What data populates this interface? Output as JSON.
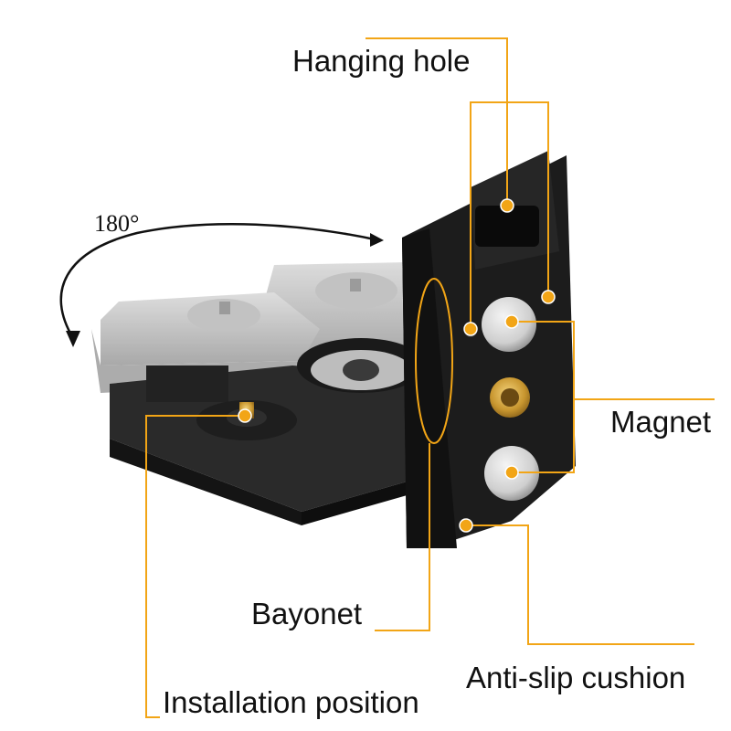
{
  "labels": {
    "rotation": "180°",
    "hanging_hole": "Hanging hole",
    "magnet": "Magnet",
    "bayonet": "Bayonet",
    "anti_slip_cushion": "Anti-slip cushion",
    "installation_position": "Installation position"
  },
  "colors": {
    "callout": "#f2a516",
    "bracket_dark": "#1c1c1c",
    "ghost_gray": "#c9c9c9",
    "magnet_silver": "#d6d6d6",
    "brass": "#c8962f"
  }
}
